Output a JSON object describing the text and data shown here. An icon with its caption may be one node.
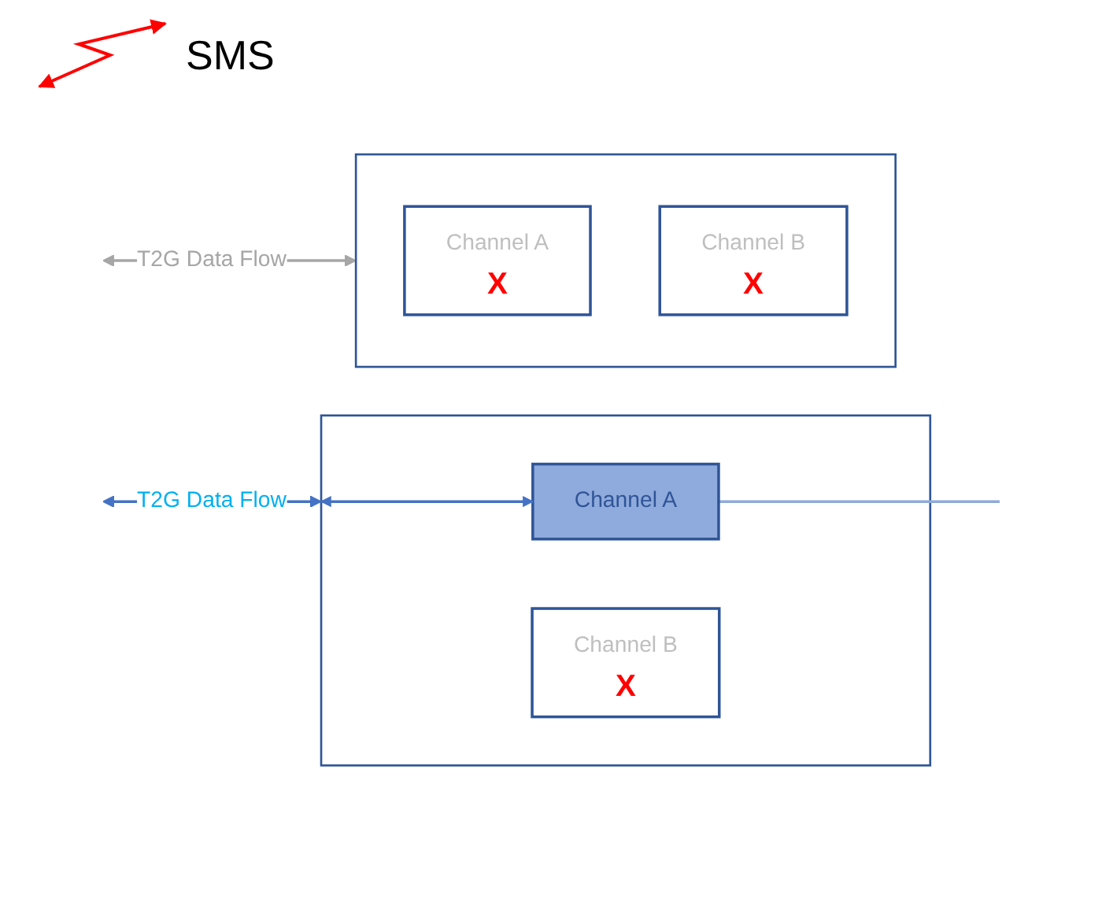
{
  "diagram": {
    "nodes": [
      {
        "text": [],
        "shape": "box"
      },
      {
        "text": [
          "Channel A"
        ],
        "in": 0
      },
      {
        "text": [
          "Channel B",
          "X"
        ],
        "in": 0
      },
      {
        "text": [],
        "shape": "box"
      },
      {
        "text": [
          "Channel A",
          "X"
        ],
        "in": 3
      },
      {
        "text": [
          "Channel B",
          "X"
        ],
        "in": 3
      }
    ],
    "edges": [
      {
        "from": null,
        "to": 0,
        "arrow": "both",
        "label": "T2G Data Flow"
      },
      {
        "from": 0,
        "to": 1,
        "arrow": "both"
      },
      {
        "from": 1,
        "to": null,
        "arrow": "none",
        "color": "#8faadc"
      },
      {
        "from": null,
        "to": 3,
        "arrow": "both",
        "label": "T2G Data Flow",
        "color": "#a6a6a6"
      }
    ],
    "labels": [
      "SMS"
    ]
  }
}
